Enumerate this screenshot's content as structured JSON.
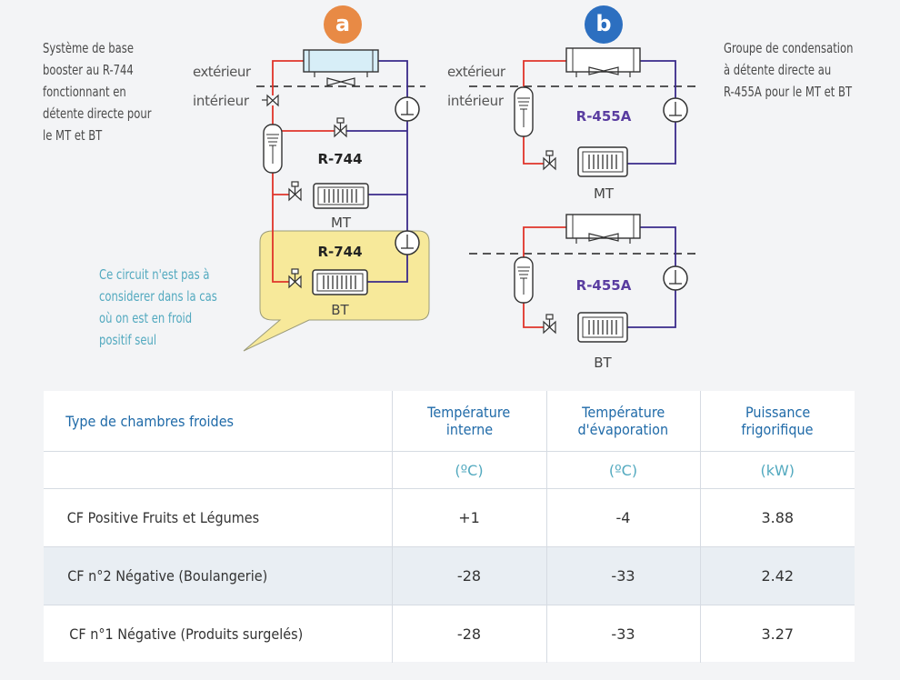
{
  "diagram": {
    "badge_a": "a",
    "badge_b": "b",
    "left_description": [
      "Système de base",
      "booster au R-744",
      "fonctionnant en",
      "détente directe pour",
      "le MT et BT"
    ],
    "right_description": [
      "Groupe de condensation",
      "à détente directe au",
      "R-455A pour le MT et BT"
    ],
    "outdoor_label": "extérieur",
    "indoor_label": "intérieur",
    "refrigerant_a": "R-744",
    "refrigerant_b": "R-455A",
    "label_mt": "MT",
    "label_bt": "BT",
    "callout_text": [
      "Ce circuit n'est pas à",
      "considerer dans la cas",
      "où on est en froid",
      "positif seul"
    ],
    "colors": {
      "hot_line": "#e0342a",
      "cold_line": "#3a2a8a",
      "callout_fill": "#f7e99a",
      "refrigerant_b_text": "#5a3da0",
      "condenser_fill_a": "#d7eef7"
    }
  },
  "table": {
    "headers": [
      {
        "line1": "Type de chambres froides",
        "line2": ""
      },
      {
        "line1": "Température",
        "line2": "interne"
      },
      {
        "line1": "Température",
        "line2": "d'évaporation"
      },
      {
        "line1": "Puissance",
        "line2": "frigorifique"
      }
    ],
    "units": [
      "",
      "(ºC)",
      "(ºC)",
      "(kW)"
    ],
    "rows": [
      {
        "name": "CF Positive Fruits et Légumes",
        "temp_internal": "+1",
        "temp_evap": "-4",
        "power": "3.88"
      },
      {
        "name": "CF n°2 Négative (Boulangerie)",
        "temp_internal": "-28",
        "temp_evap": "-33",
        "power": "2.42"
      },
      {
        "name": "CF n°1 Négative (Produits surgelés)",
        "temp_internal": "-28",
        "temp_evap": "-33",
        "power": "3.27"
      }
    ]
  }
}
